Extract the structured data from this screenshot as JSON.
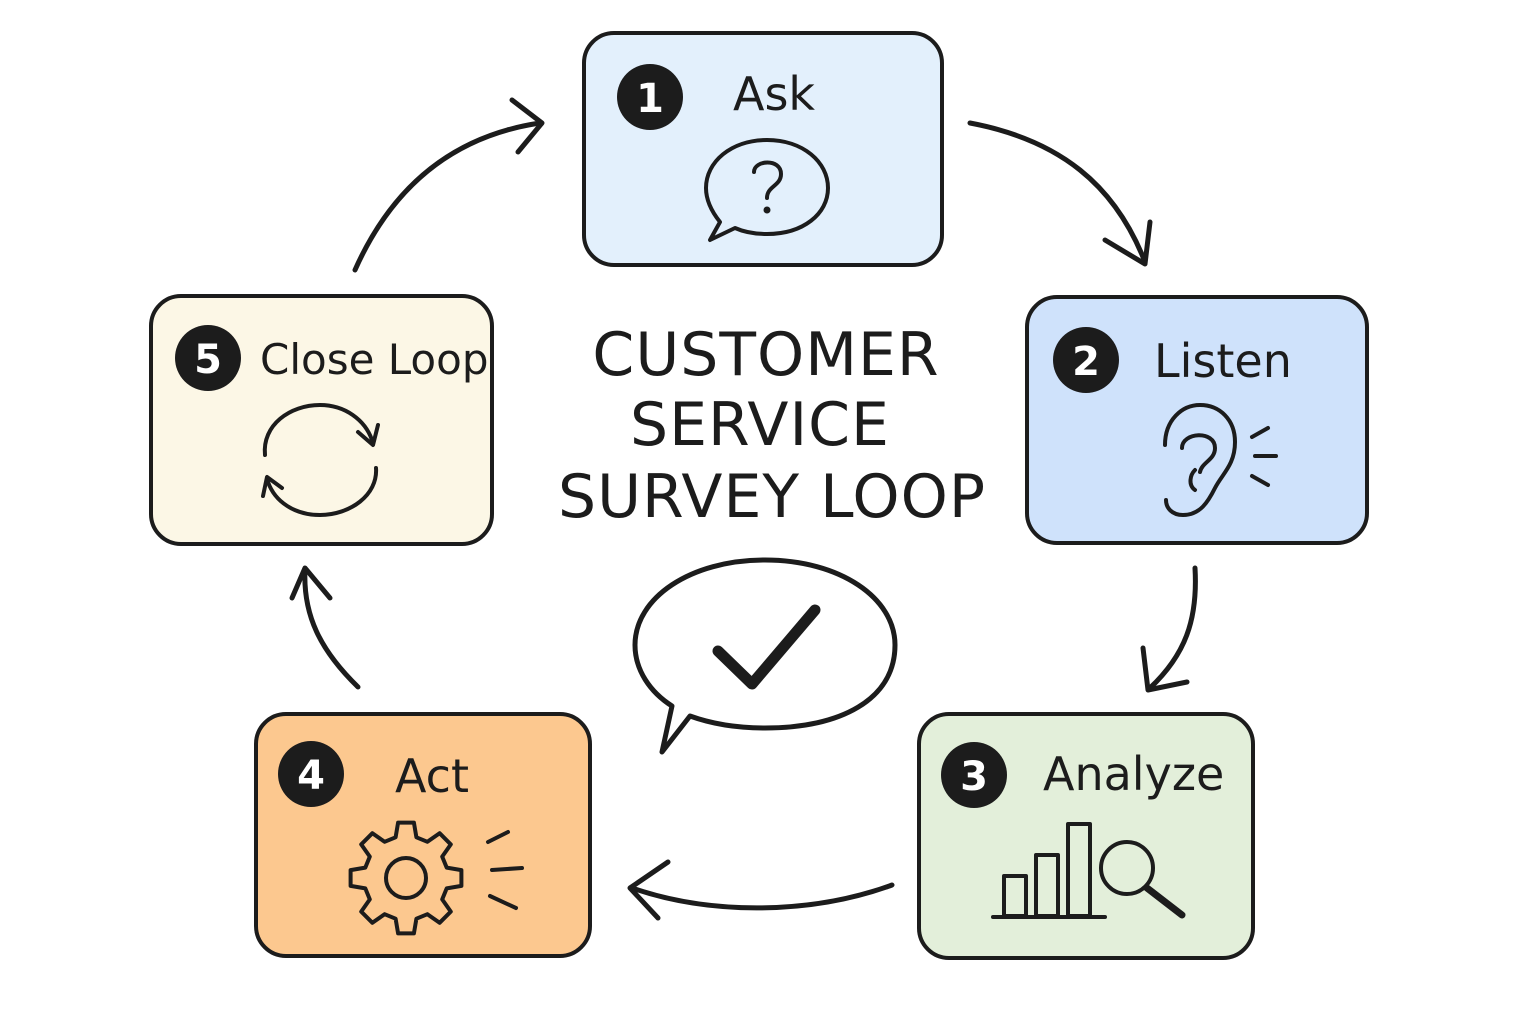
{
  "title": {
    "lines": [
      "CUSTOMER",
      "SERVICE",
      "SURVEY LOOP"
    ]
  },
  "steps": [
    {
      "number": "1",
      "label": "Ask",
      "icon": "question-bubble-icon",
      "color": "#e3f0fc"
    },
    {
      "number": "2",
      "label": "Listen",
      "icon": "ear-icon",
      "color": "#cfe2fb"
    },
    {
      "number": "3",
      "label": "Analyze",
      "icon": "bar-chart-magnifier-icon",
      "color": "#e3efda"
    },
    {
      "number": "4",
      "label": "Act",
      "icon": "gear-icon",
      "color": "#fcc88f"
    },
    {
      "number": "5",
      "label": "Close Loop",
      "icon": "refresh-cycle-icon",
      "color": "#fcf7e6"
    }
  ],
  "center_icon": "checkmark-bubble-icon",
  "colors": {
    "stroke": "#1c1c1c",
    "badge": "#1c1c1c"
  }
}
